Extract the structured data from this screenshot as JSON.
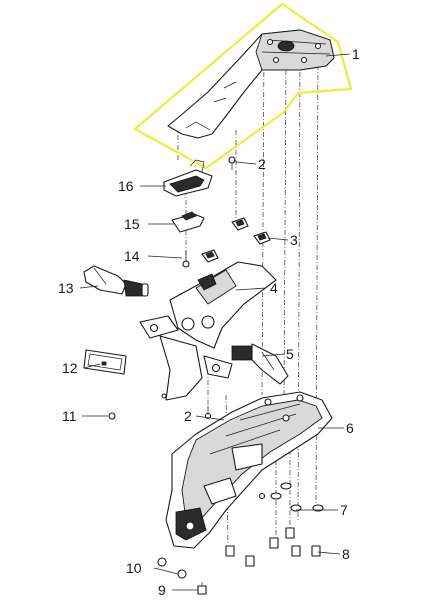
{
  "highlight_color": "#f2ea3a",
  "callouts": [
    {
      "id": "1",
      "label": "1"
    },
    {
      "id": "2a",
      "label": "2"
    },
    {
      "id": "16",
      "label": "16"
    },
    {
      "id": "15",
      "label": "15"
    },
    {
      "id": "14",
      "label": "14"
    },
    {
      "id": "3",
      "label": "3"
    },
    {
      "id": "13",
      "label": "13"
    },
    {
      "id": "4",
      "label": "4"
    },
    {
      "id": "5",
      "label": "5"
    },
    {
      "id": "12",
      "label": "12"
    },
    {
      "id": "11",
      "label": "11"
    },
    {
      "id": "2b",
      "label": "2"
    },
    {
      "id": "6",
      "label": "6"
    },
    {
      "id": "7",
      "label": "7"
    },
    {
      "id": "8",
      "label": "8"
    },
    {
      "id": "10",
      "label": "10"
    },
    {
      "id": "9",
      "label": "9"
    }
  ]
}
